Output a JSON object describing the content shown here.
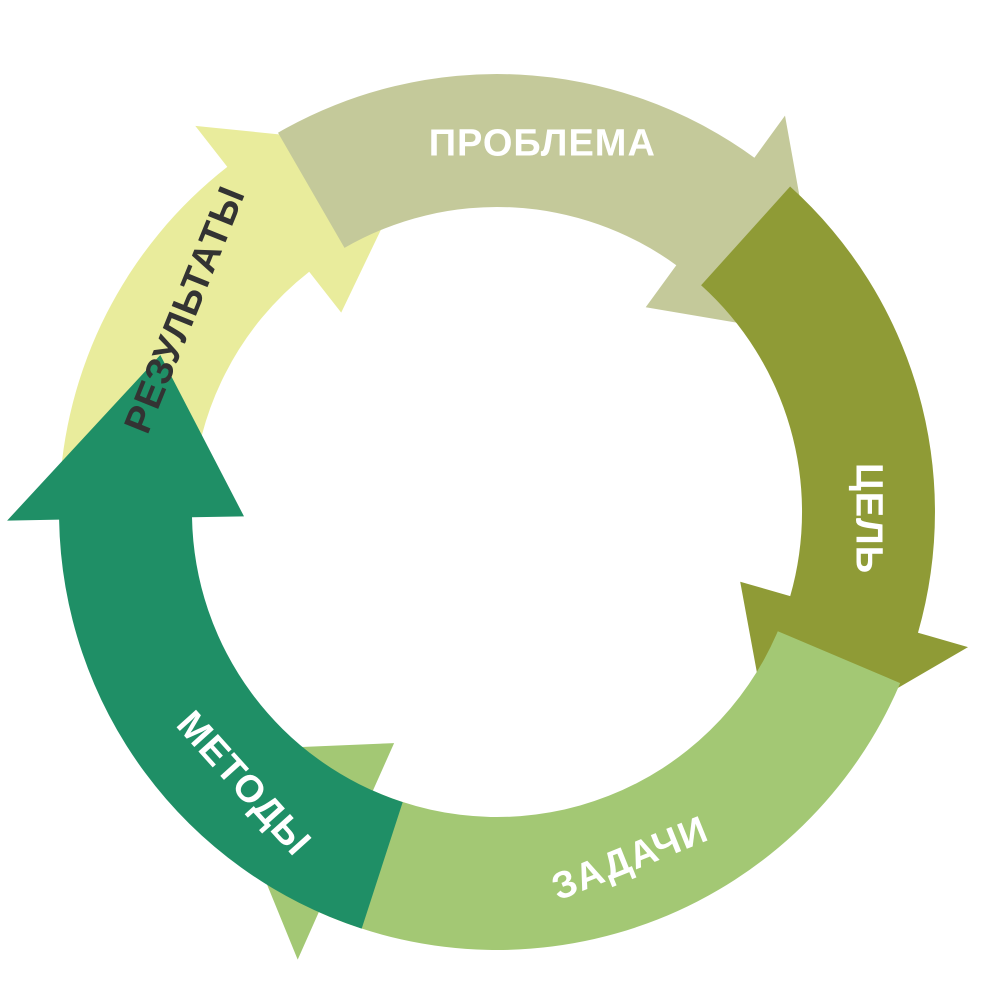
{
  "diagram": {
    "type": "cycle",
    "segments": [
      {
        "id": "problem",
        "label": "ПРОБЛЕМА",
        "color": "#c4c99a",
        "text_color": "#ffffff"
      },
      {
        "id": "goal",
        "label": "ЦЕЛЬ",
        "color": "#8f9b36",
        "text_color": "#ffffff"
      },
      {
        "id": "tasks",
        "label": "ЗАДАЧИ",
        "color": "#a3c874",
        "text_color": "#ffffff"
      },
      {
        "id": "methods",
        "label": "МЕТОДЫ",
        "color": "#1f8f66",
        "text_color": "#ffffff"
      },
      {
        "id": "results",
        "label": "РЕЗУЛЬТАТЫ",
        "color": "#e9ec9c",
        "text_color": "#333333"
      }
    ]
  }
}
